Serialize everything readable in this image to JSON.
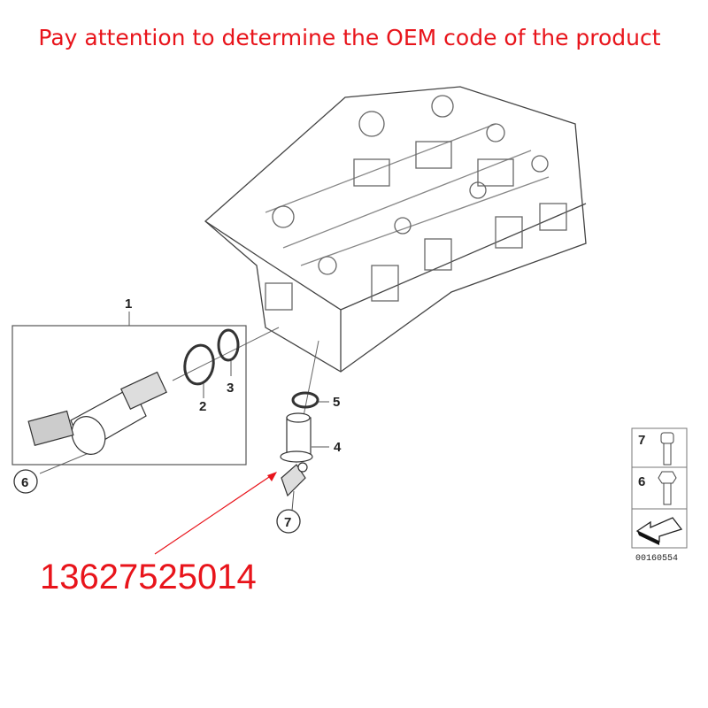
{
  "header": {
    "title": "Pay attention to determine the OEM code of the product"
  },
  "oem_code": "13627525014",
  "callouts": {
    "c1": "1",
    "c2": "2",
    "c3": "3",
    "c4": "4",
    "c5": "5",
    "c6": "6",
    "c7": "7"
  },
  "legend": {
    "item7": "7",
    "item6": "6",
    "reference": "00160554"
  },
  "colors": {
    "accent": "#e8141b",
    "line": "#333333"
  }
}
